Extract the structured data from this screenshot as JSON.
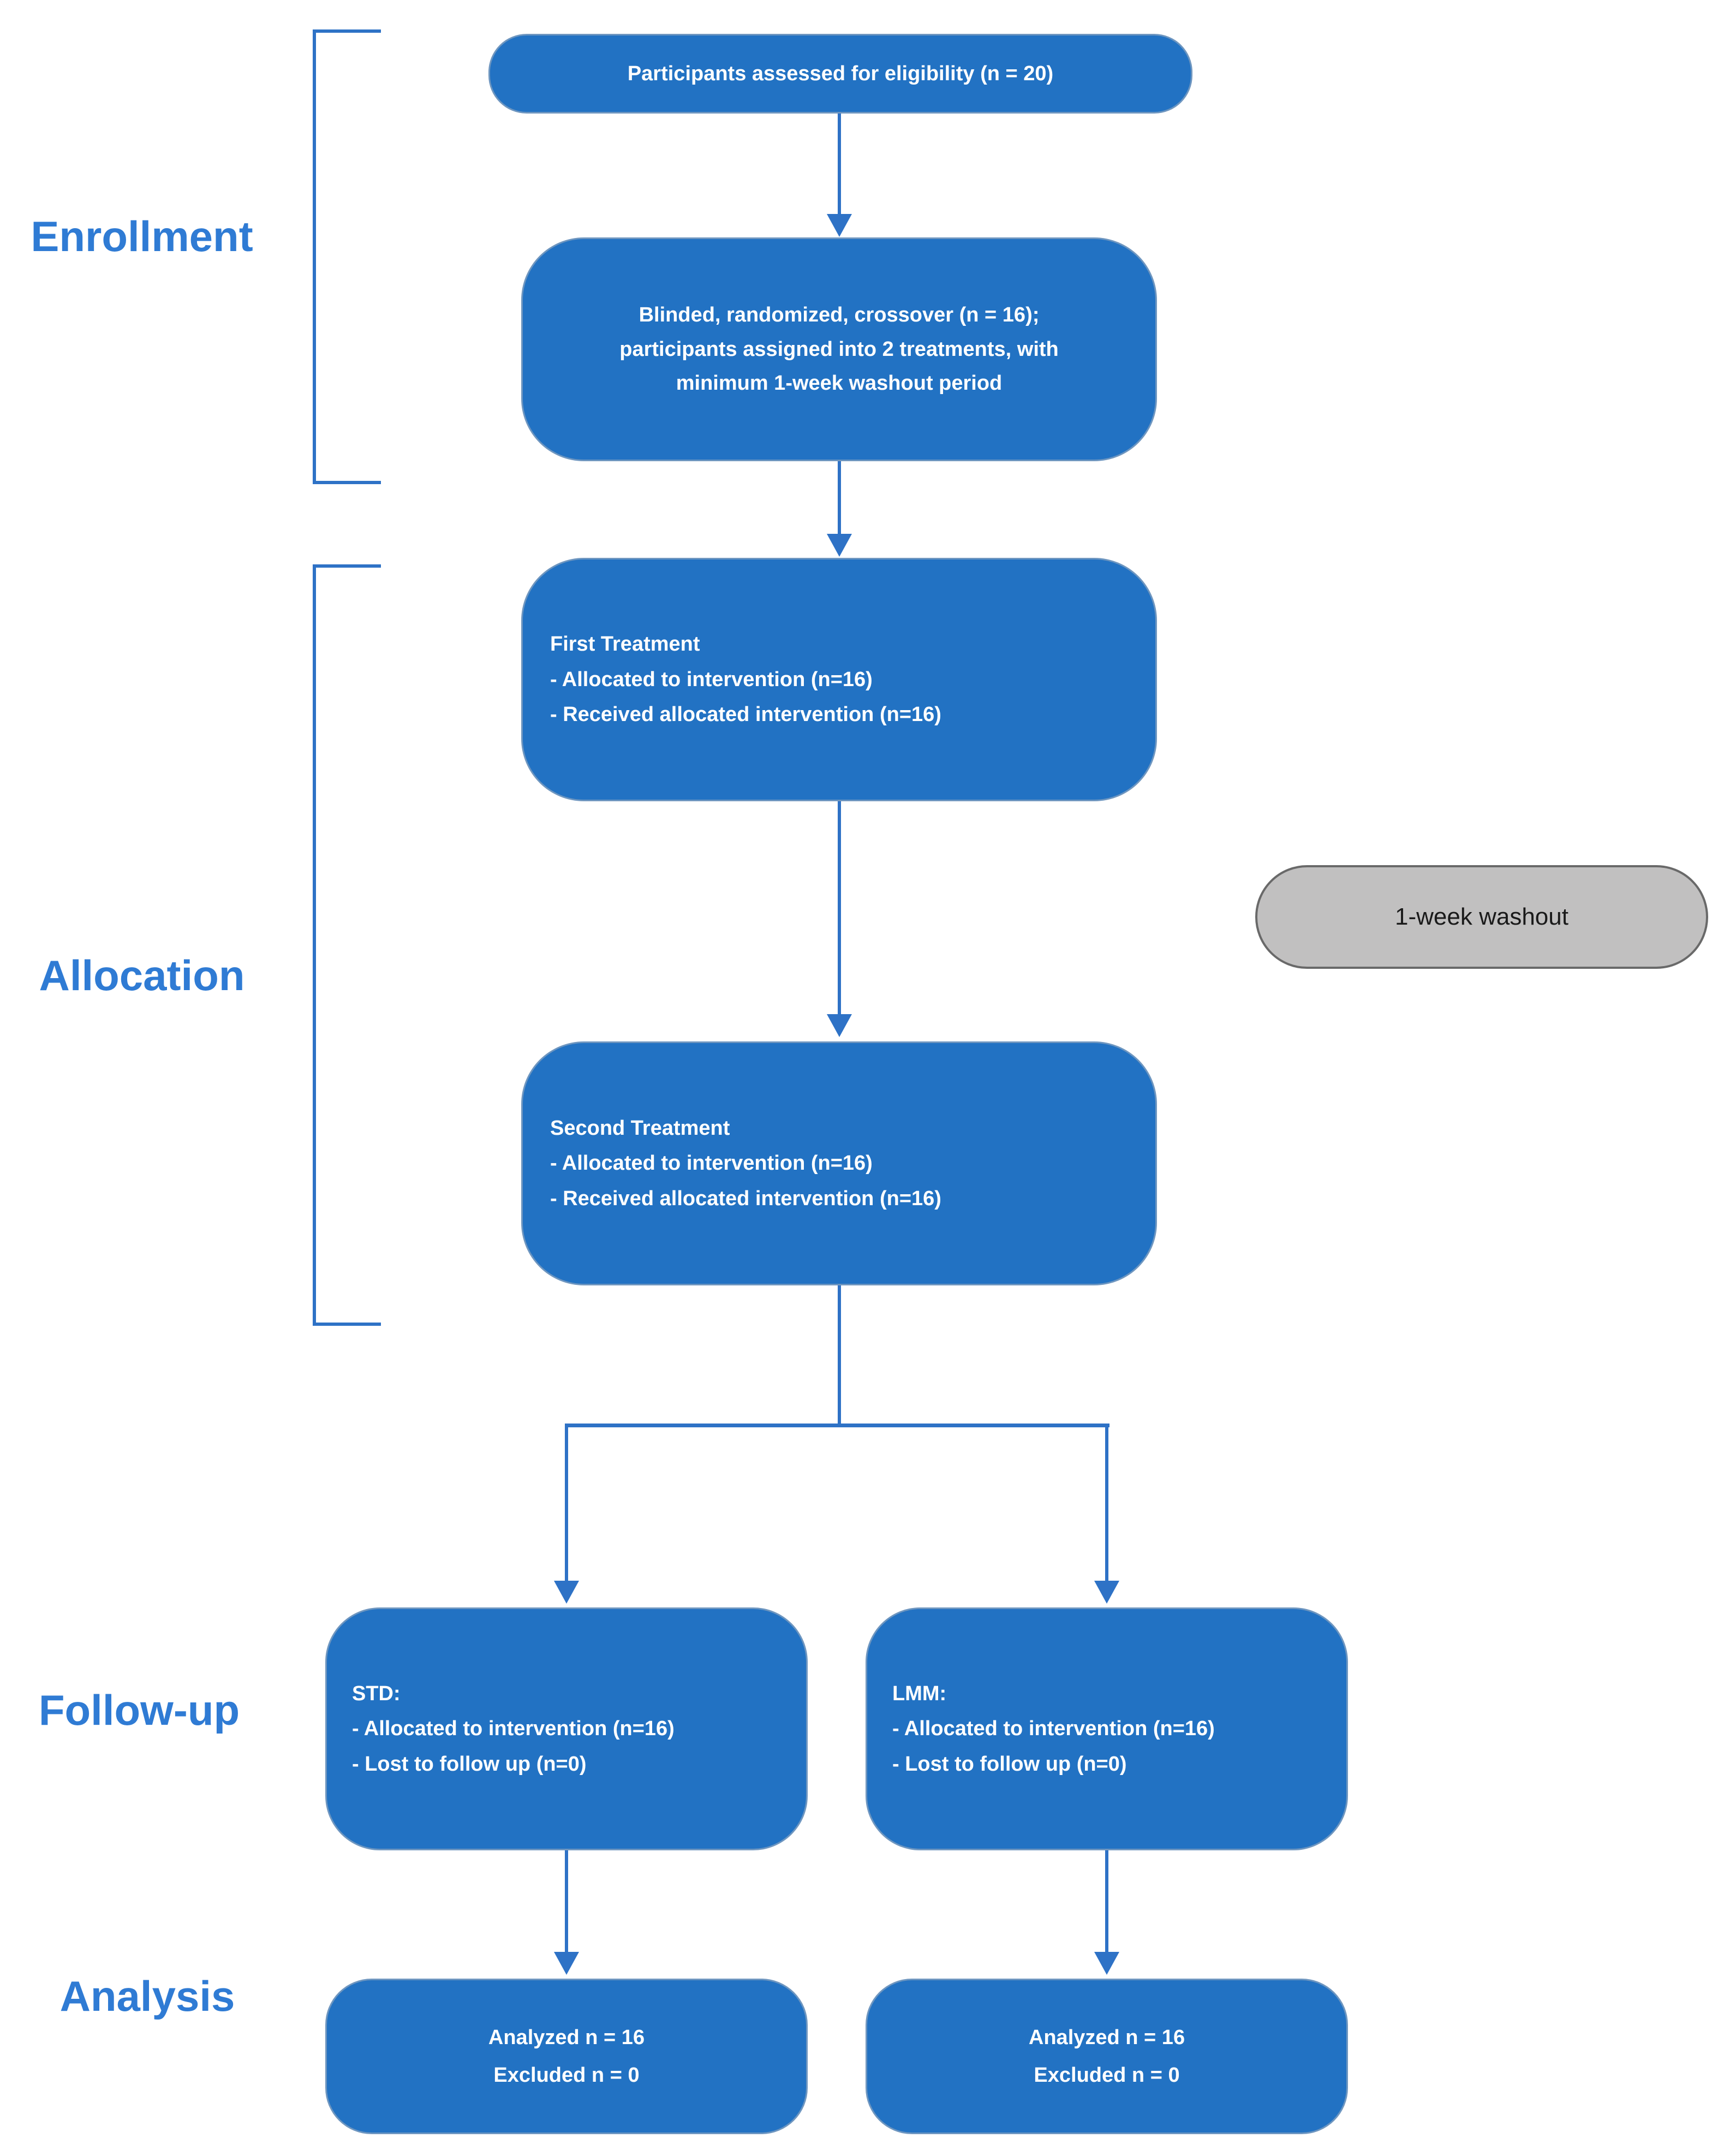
{
  "colors": {
    "box_blue": "#2272C3",
    "label_blue": "#2F7BD4",
    "line_blue": "#2E72C6",
    "washout_fill": "#C1C0C0",
    "washout_border": "#696969",
    "washout_text": "#1A1A1A",
    "box_text": "#FFFFFF",
    "background": "#FFFFFF"
  },
  "stage_labels": {
    "enrollment": "Enrollment",
    "allocation": "Allocation",
    "followup": "Follow-up",
    "analysis": "Analysis"
  },
  "boxes": {
    "eligibility": {
      "text": "Participants assessed for eligibility (n = 20)"
    },
    "randomization": {
      "lines": [
        "Blinded, randomized, crossover (n = 16);",
        "participants assigned into 2 treatments, with",
        "minimum 1-week washout period"
      ]
    },
    "first_treatment": {
      "title": "First Treatment",
      "bullets": [
        "- Allocated to intervention (n=16)",
        "- Received allocated intervention (n=16)"
      ]
    },
    "washout": {
      "text": "1-week washout"
    },
    "second_treatment": {
      "title": "Second Treatment",
      "bullets": [
        "- Allocated to intervention (n=16)",
        "- Received allocated intervention (n=16)"
      ]
    },
    "followup_std": {
      "title": "STD:",
      "bullets": [
        "- Allocated to intervention (n=16)",
        "- Lost to follow up (n=0)"
      ]
    },
    "followup_lmm": {
      "title": "LMM:",
      "bullets": [
        "- Allocated to intervention (n=16)",
        "- Lost to follow up (n=0)"
      ]
    },
    "analysis_std": {
      "lines": [
        "Analyzed n = 16",
        "Excluded n = 0"
      ]
    },
    "analysis_lmm": {
      "lines": [
        "Analyzed n = 16",
        "Excluded n = 0"
      ]
    }
  }
}
